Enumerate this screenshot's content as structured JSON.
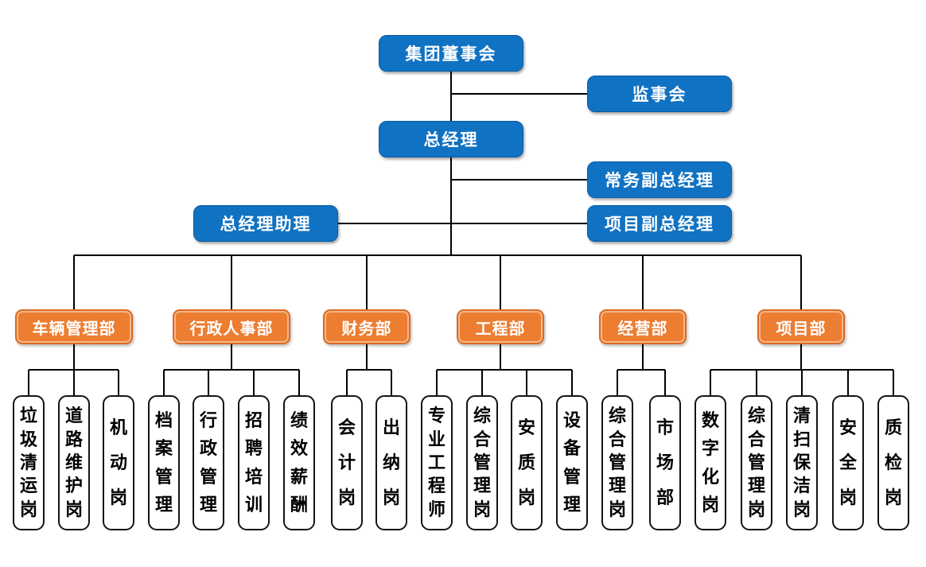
{
  "colors": {
    "executive_box_blue": "#1072C2",
    "department_box_orange": "#ED7D31",
    "position_box_border": "#141414",
    "connector_line": "#000000",
    "box_text_white": "#FFFFFF",
    "position_text_black": "#000000"
  },
  "executives": [
    {
      "id": "board",
      "label": "集团董事会"
    },
    {
      "id": "supervisory-board",
      "label": "监事会"
    },
    {
      "id": "general-manager",
      "label": "总经理"
    },
    {
      "id": "executive-deputy-gm",
      "label": "常务副总经理"
    },
    {
      "id": "gm-assistant",
      "label": "总经理助理"
    },
    {
      "id": "project-deputy-gm",
      "label": "项目副总经理"
    }
  ],
  "departments": [
    {
      "label": "车辆管理部",
      "positions": [
        "垃圾清运岗",
        "道路维护岗",
        "机动岗"
      ]
    },
    {
      "label": "行政人事部",
      "positions": [
        "档案管理",
        "行政管理",
        "招聘培训",
        "绩效薪酬"
      ]
    },
    {
      "label": "财务部",
      "positions": [
        "会计岗",
        "出纳岗"
      ]
    },
    {
      "label": "工程部",
      "positions": [
        "专业工程师",
        "综合管理岗",
        "安质岗",
        "设备管理"
      ]
    },
    {
      "label": "经营部",
      "positions": [
        "综合管理岗",
        "市场部"
      ]
    },
    {
      "label": "项目部",
      "positions": [
        "数字化岗",
        "综合管理岗",
        "清扫保洁岗",
        "安全岗",
        "质检岗"
      ]
    }
  ]
}
